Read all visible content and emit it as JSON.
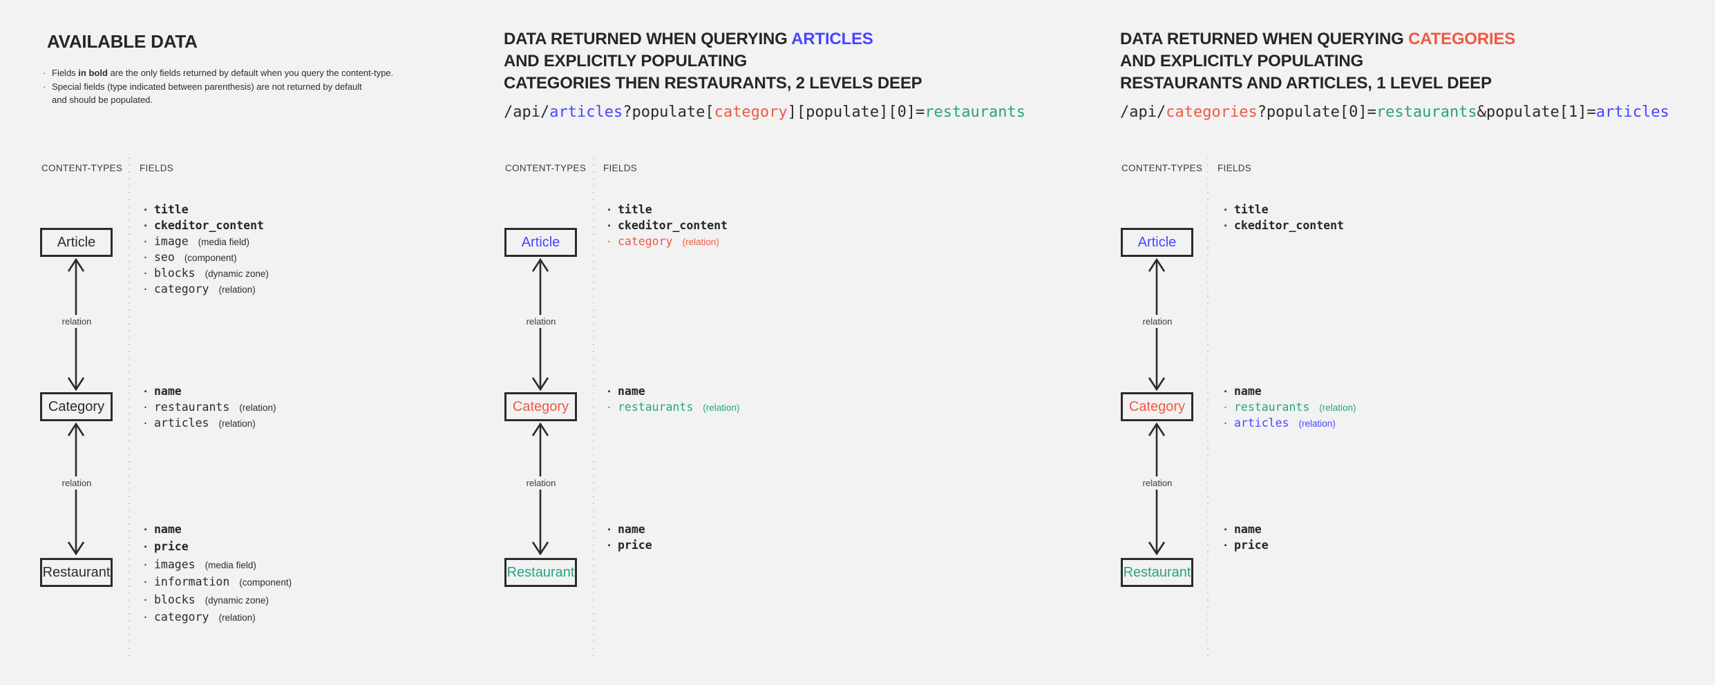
{
  "common": {
    "bullet": "·",
    "content_types_label": "CONTENT-TYPES",
    "fields_label": "FIELDS",
    "relation_label": "relation"
  },
  "colors": {
    "background": "#f2f2f2",
    "text": "#262626",
    "blue": "#4945ff",
    "red": "#ee5a43",
    "teal": "#2aa187"
  },
  "panel1": {
    "title": "AVAILABLE DATA",
    "note1_pre": "Fields ",
    "note1_bold": "in bold",
    "note1_post": " are the only fields returned by default when you query the content-type.",
    "note2_line1": "Special fields (type indicated between parenthesis) are not returned by default",
    "note2_line2": "and should be populated.",
    "boxes": [
      {
        "label": "Article",
        "variant": "plain"
      },
      {
        "label": "Category",
        "variant": "plain"
      },
      {
        "label": "Restaurant",
        "variant": "plain"
      }
    ],
    "fields_article": [
      {
        "name": "title",
        "variant": "bold",
        "annotation": ""
      },
      {
        "name": "ckeditor_content",
        "variant": "bold",
        "annotation": ""
      },
      {
        "name": "image",
        "variant": "plain",
        "annotation": "(media field)"
      },
      {
        "name": "seo",
        "variant": "plain",
        "annotation": "(component)"
      },
      {
        "name": "blocks",
        "variant": "plain",
        "annotation": "(dynamic zone)"
      },
      {
        "name": "category",
        "variant": "plain",
        "annotation": "(relation)"
      }
    ],
    "fields_category": [
      {
        "name": "name",
        "variant": "bold",
        "annotation": ""
      },
      {
        "name": "restaurants",
        "variant": "plain",
        "annotation": "(relation)"
      },
      {
        "name": "articles",
        "variant": "plain",
        "annotation": "(relation)"
      }
    ],
    "fields_restaurant": [
      {
        "name": "name",
        "variant": "bold",
        "annotation": ""
      },
      {
        "name": "price",
        "variant": "bold",
        "annotation": ""
      },
      {
        "name": "images",
        "variant": "plain",
        "annotation": "(media field)"
      },
      {
        "name": "information",
        "variant": "plain",
        "annotation": "(component)"
      },
      {
        "name": "blocks",
        "variant": "plain",
        "annotation": "(dynamic zone)"
      },
      {
        "name": "category",
        "variant": "plain",
        "annotation": "(relation)"
      }
    ]
  },
  "panel2": {
    "title_line1_pre": "DATA RETURNED WHEN QUERYING ",
    "title_line1_hl": "ARTICLES",
    "title_line1_hl_variant": "blue",
    "title_line2": "AND EXPLICITLY POPULATING",
    "title_line3": "CATEGORIES THEN RESTAURANTS, 2 LEVELS DEEP",
    "code": [
      {
        "text": "/api/",
        "variant": "plain"
      },
      {
        "text": "articles",
        "variant": "blue"
      },
      {
        "text": "?populate[",
        "variant": "plain"
      },
      {
        "text": "category",
        "variant": "red"
      },
      {
        "text": "][populate][0]=",
        "variant": "plain"
      },
      {
        "text": "restaurants",
        "variant": "teal"
      }
    ],
    "boxes": [
      {
        "label": "Article",
        "variant": "blue"
      },
      {
        "label": "Category",
        "variant": "red"
      },
      {
        "label": "Restaurant",
        "variant": "teal"
      }
    ],
    "fields_article": [
      {
        "name": "title",
        "variant": "bold",
        "annotation": ""
      },
      {
        "name": "ckeditor_content",
        "variant": "bold",
        "annotation": ""
      },
      {
        "name": "category",
        "variant": "red",
        "annotation": "(relation)"
      }
    ],
    "fields_category": [
      {
        "name": "name",
        "variant": "bold",
        "annotation": ""
      },
      {
        "name": "restaurants",
        "variant": "teal",
        "annotation": "(relation)"
      }
    ],
    "fields_restaurant": [
      {
        "name": "name",
        "variant": "bold",
        "annotation": ""
      },
      {
        "name": "price",
        "variant": "bold",
        "annotation": ""
      }
    ]
  },
  "panel3": {
    "title_line1_pre": "DATA RETURNED WHEN QUERYING ",
    "title_line1_hl": "CATEGORIES",
    "title_line1_hl_variant": "red",
    "title_line2": "AND EXPLICITLY POPULATING",
    "title_line3": "RESTAURANTS AND ARTICLES, 1 LEVEL DEEP",
    "code": [
      {
        "text": "/api/",
        "variant": "plain"
      },
      {
        "text": "categories",
        "variant": "red"
      },
      {
        "text": "?populate[0]=",
        "variant": "plain"
      },
      {
        "text": "restaurants",
        "variant": "teal"
      },
      {
        "text": "&populate[1]=",
        "variant": "plain"
      },
      {
        "text": "articles",
        "variant": "blue"
      }
    ],
    "boxes": [
      {
        "label": "Article",
        "variant": "blue"
      },
      {
        "label": "Category",
        "variant": "red"
      },
      {
        "label": "Restaurant",
        "variant": "teal"
      }
    ],
    "fields_article": [
      {
        "name": "title",
        "variant": "bold",
        "annotation": ""
      },
      {
        "name": "ckeditor_content",
        "variant": "bold",
        "annotation": ""
      }
    ],
    "fields_category": [
      {
        "name": "name",
        "variant": "bold",
        "annotation": ""
      },
      {
        "name": "restaurants",
        "variant": "teal",
        "annotation": "(relation)"
      },
      {
        "name": "articles",
        "variant": "blue",
        "annotation": "(relation)"
      }
    ],
    "fields_restaurant": [
      {
        "name": "name",
        "variant": "bold",
        "annotation": ""
      },
      {
        "name": "price",
        "variant": "bold",
        "annotation": ""
      }
    ]
  }
}
